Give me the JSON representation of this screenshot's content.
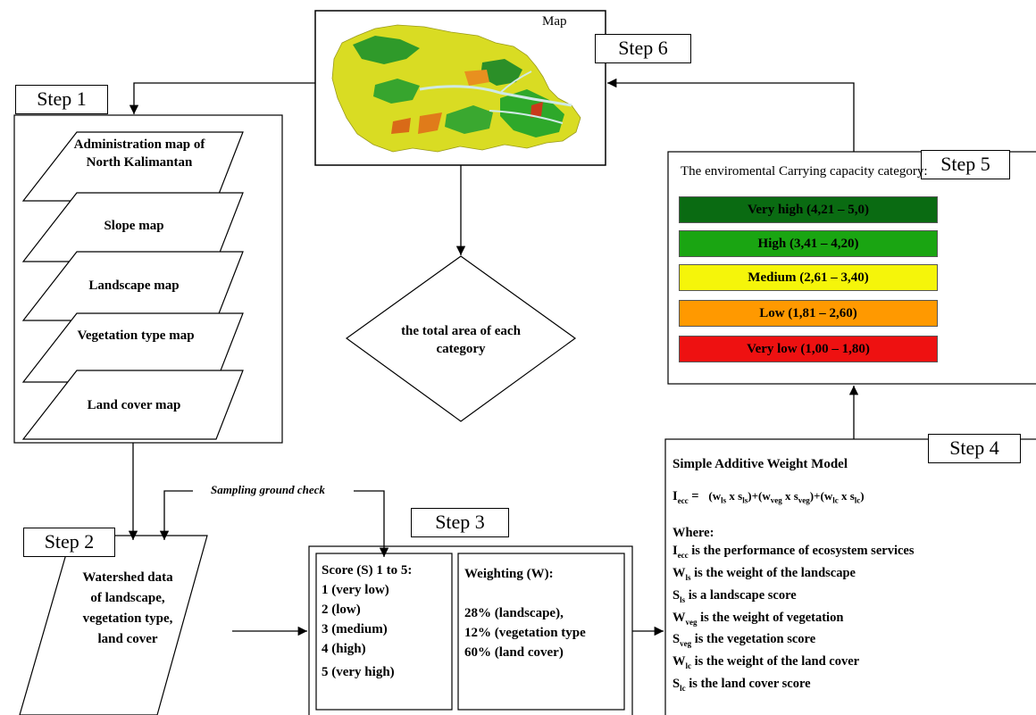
{
  "map_panel": {
    "label": "Map"
  },
  "steps": {
    "step1": "Step 1",
    "step2": "Step 2",
    "step3": "Step 3",
    "step4": "Step 4",
    "step5": "Step 5",
    "step6": "Step 6"
  },
  "input_layers": [
    "Administration map of North Kalimantan",
    "Slope map",
    "Landscape map",
    "Vegetation type map",
    "Land cover map"
  ],
  "total_area": "the total area of each category",
  "sampling": "Sampling ground check",
  "watershed_data": "Watershed data of landscape, vegetation type, land cover",
  "score": {
    "title": "Score (S) 1 to 5:",
    "items": [
      "1  (very low)",
      "2  (low)",
      "3  (medium)",
      "4  (high)",
      "5  (very high)"
    ]
  },
  "weighting": {
    "title": "Weighting (W):",
    "items": [
      "28% (landscape),",
      "12% (vegetation type",
      "60% (land cover)"
    ]
  },
  "model": {
    "title": "Simple Additive Weight Model",
    "formula_lhs": "I",
    "formula_lhs_sub": "ecc",
    "formula_eq": " = ",
    "formula_rhs": "(w_ls x s_ls)+(w_veg x s_veg)+(w_lc x s_lc)",
    "where": "Where:",
    "definitions": [
      {
        "sym": "I",
        "sub": "ecc",
        "text": " is the performance of ecosystem services"
      },
      {
        "sym": "W",
        "sub": "ls",
        "text": " is the weight of the landscape"
      },
      {
        "sym": "S",
        "sub": "ls",
        "text": " is a landscape score"
      },
      {
        "sym": "W",
        "sub": "veg",
        "text": " is the weight of vegetation"
      },
      {
        "sym": "S",
        "sub": "veg",
        "text": " is the vegetation score"
      },
      {
        "sym": "W",
        "sub": "lc",
        "text": " is the weight of the land cover"
      },
      {
        "sym": "S",
        "sub": "lc",
        "text": " is the land cover score"
      }
    ]
  },
  "categories": {
    "title": "The enviromental Carrying capacity category:",
    "items": [
      {
        "label": "Very high (4,21 – 5,0)",
        "color": "#0a6b12"
      },
      {
        "label": "High (3,41 – 4,20)",
        "color": "#1aa512"
      },
      {
        "label": "Medium (2,61 – 3,40)",
        "color": "#f5f50a"
      },
      {
        "label": "Low (1,81 – 2,60)",
        "color": "#ff9900"
      },
      {
        "label": "Very low (1,00 – 1,80)",
        "color": "#ee1111"
      }
    ]
  }
}
